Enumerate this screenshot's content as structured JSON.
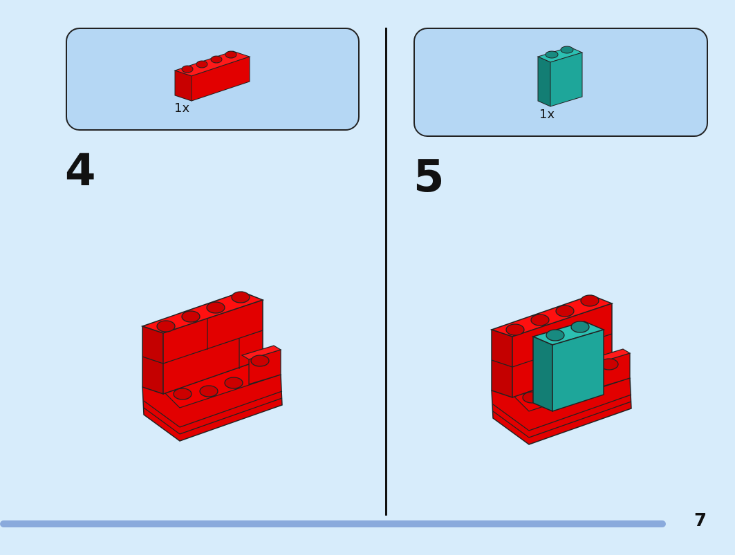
{
  "colors": {
    "background": "#d7ecfb",
    "parts_box": "#b5d7f4",
    "brick_red": "#e20000",
    "brick_red_dark": "#b80000",
    "brick_teal": "#1ea69a",
    "brick_teal_dark": "#137e74",
    "progress": "#8aaadc"
  },
  "steps": [
    {
      "number": "4",
      "part": {
        "quantity": "1x",
        "color_name": "red",
        "shape": "1x4 brick"
      }
    },
    {
      "number": "5",
      "part": {
        "quantity": "1x",
        "color_name": "teal",
        "shape": "1x2x2 brick"
      }
    }
  ],
  "footer": {
    "page_number": "7"
  }
}
